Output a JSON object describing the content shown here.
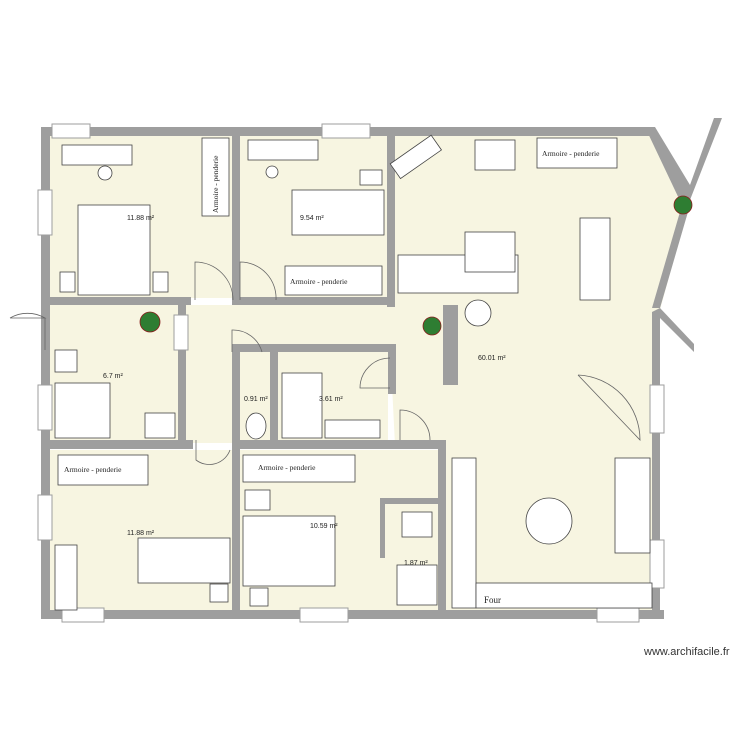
{
  "rooms": [
    {
      "id": "bedroom-1",
      "area": "11.88 m²"
    },
    {
      "id": "bedroom-2",
      "area": "9.54 m²"
    },
    {
      "id": "living",
      "area": "60.01 m²"
    },
    {
      "id": "office",
      "area": "6.7 m²"
    },
    {
      "id": "wc",
      "area": "0.91 m²"
    },
    {
      "id": "bathroom",
      "area": "3.61 m²"
    },
    {
      "id": "bedroom-3",
      "area": "11.88 m²"
    },
    {
      "id": "bedroom-4",
      "area": "10.59 m²"
    },
    {
      "id": "shower-room",
      "area": "1.87 m²"
    }
  ],
  "wardrobes": [
    {
      "id": "wardrobe-1",
      "label": "Armoire - penderie"
    },
    {
      "id": "wardrobe-2",
      "label": "Armoire - penderie"
    },
    {
      "id": "wardrobe-3",
      "label": "Armoire - penderie"
    },
    {
      "id": "wardrobe-4",
      "label": "Armoire - penderie"
    },
    {
      "id": "wardrobe-5",
      "label": "Armoire - penderie"
    }
  ],
  "oven_label": "Four",
  "watermark": "www.archifacile.fr",
  "colors": {
    "wall": "#9e9e9e",
    "floor": "#f7f5e1",
    "window": "#d9d9d9",
    "plant": "#2e7d32"
  }
}
